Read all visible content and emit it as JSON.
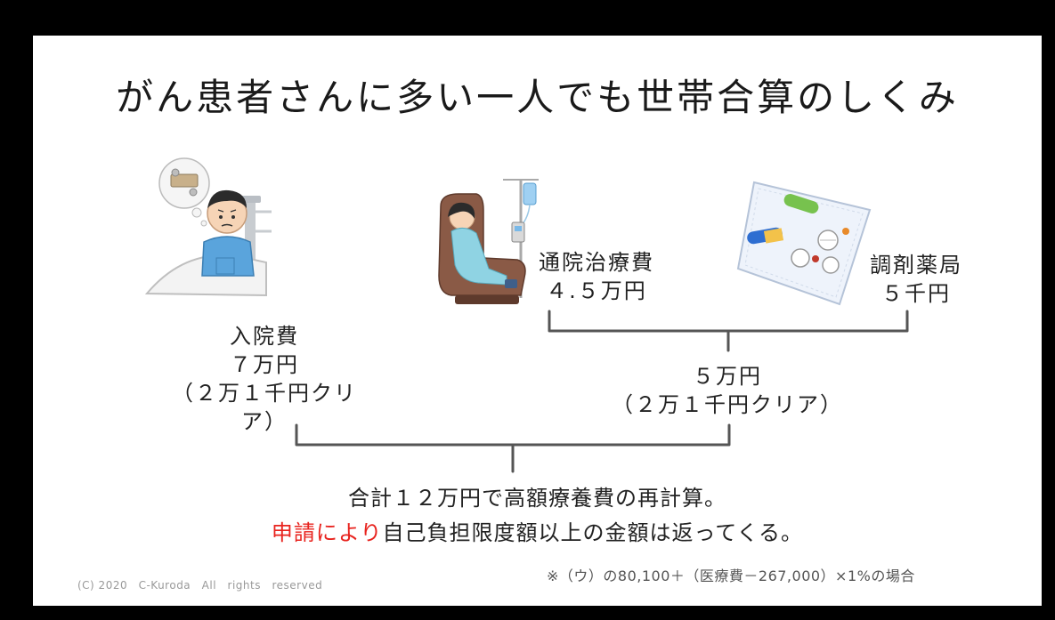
{
  "title": "がん患者さんに多い一人でも世帯合算のしくみ",
  "items": {
    "inpatient": {
      "name": "入院費",
      "amount": "７万円",
      "note": "（２万１千円クリア）"
    },
    "outpatient": {
      "name": "通院治療費",
      "amount": "４.５万円"
    },
    "pharmacy": {
      "name": "調剤薬局",
      "amount": "５千円"
    },
    "combined": {
      "amount": "５万円",
      "note": "（２万１千円クリア）"
    }
  },
  "summary": {
    "line1": "合計１２万円で高額療養費の再計算。",
    "line2_highlight": "申請により",
    "line2_rest": "自己負担限度額以上の金額は返ってくる。"
  },
  "footnote": "※（ウ）の80,100＋（医療費－267,000）×1%の場合",
  "copyright": "(C) 2020　C-Kuroda　All　rights　reserved",
  "colors": {
    "highlight": "#e8231e",
    "bracket": "#555555",
    "background": "#000000",
    "slide": "#ffffff"
  },
  "icons": [
    "hospitalized-patient-illustration",
    "iv-drip-patient-illustration",
    "medicine-pack-illustration"
  ]
}
